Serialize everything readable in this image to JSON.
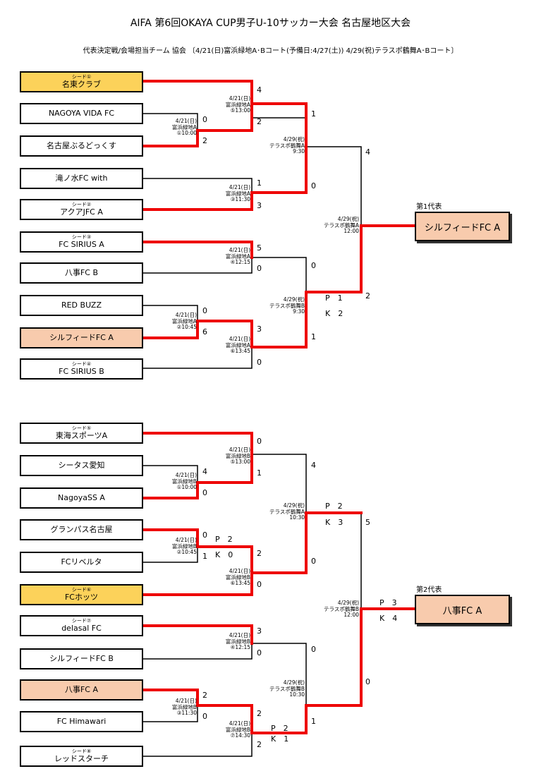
{
  "header": {
    "title": "AIFA 第6回OKAYA CUP男子U-10サッカー大会 名古屋地区大会",
    "subtitle": "代表決定戦/会場担当チーム 協会 〔4/21(日)富浜緑地A･Bコート(予備日:4/27(土)) 4/29(祝)テラスポ鶴舞A･Bコート〕"
  },
  "teams": [
    {
      "seed": "シード①",
      "name": "名東クラブ",
      "color": "gold"
    },
    {
      "seed": "",
      "name": "NAGOYA VIDA FC",
      "color": ""
    },
    {
      "seed": "",
      "name": "名古屋ぶるどっくす",
      "color": ""
    },
    {
      "seed": "",
      "name": "滝ノ水FC with",
      "color": ""
    },
    {
      "seed": "シード②",
      "name": "アクアJFC A",
      "color": ""
    },
    {
      "seed": "シード③",
      "name": "FC SIRIUS A",
      "color": ""
    },
    {
      "seed": "",
      "name": "八事FC B",
      "color": ""
    },
    {
      "seed": "",
      "name": "RED BUZZ",
      "color": ""
    },
    {
      "seed": "",
      "name": "シルフィードFC A",
      "color": "peach"
    },
    {
      "seed": "シード④",
      "name": "FC SIRIUS B",
      "color": ""
    },
    {
      "seed": "シード⑤",
      "name": "東海スポーツA",
      "color": ""
    },
    {
      "seed": "",
      "name": "シータス愛知",
      "color": ""
    },
    {
      "seed": "",
      "name": "NagoyaSS A",
      "color": ""
    },
    {
      "seed": "",
      "name": "グランパス名古屋",
      "color": ""
    },
    {
      "seed": "",
      "name": "FCリベルタ",
      "color": ""
    },
    {
      "seed": "シード⑥",
      "name": "FCホッツ",
      "color": "gold"
    },
    {
      "seed": "シード⑦",
      "name": "delasal FC",
      "color": ""
    },
    {
      "seed": "",
      "name": "シルフィードFC B",
      "color": ""
    },
    {
      "seed": "",
      "name": "八事FC A",
      "color": "peach"
    },
    {
      "seed": "",
      "name": "FC Himawari",
      "color": ""
    },
    {
      "seed": "シード⑧",
      "name": "レッドスターチ",
      "color": ""
    }
  ],
  "matches": [
    [
      "4/21(日)",
      "富浜緑地A",
      "①10:00"
    ],
    [
      "4/21(日)",
      "富浜緑地A",
      "⑤13:00"
    ],
    [
      "4/21(日)",
      "富浜緑地A",
      "③11:30"
    ],
    [
      "4/21(日)",
      "富浜緑地A",
      "④12:15"
    ],
    [
      "4/21(日)",
      "富浜緑地A",
      "②10:45"
    ],
    [
      "4/21(日)",
      "富浜緑地A",
      "⑥13:45"
    ],
    [
      "4/29(祝)",
      "テラスポ鶴舞A",
      "9:30"
    ],
    [
      "4/29(祝)",
      "テラスポ鶴舞B",
      "9:30"
    ],
    [
      "4/29(祝)",
      "テラスポ鶴舞A",
      "12:00"
    ],
    [
      "4/21(日)",
      "富浜緑地B",
      "⑤13:00"
    ],
    [
      "4/21(日)",
      "富浜緑地B",
      "①10:00"
    ],
    [
      "4/21(日)",
      "富浜緑地B",
      "②10:45"
    ],
    [
      "4/21(日)",
      "富浜緑地B",
      "⑥13:45"
    ],
    [
      "4/21(日)",
      "富浜緑地B",
      "④12:15"
    ],
    [
      "4/21(日)",
      "富浜緑地B",
      "③11:30"
    ],
    [
      "4/21(日)",
      "富浜緑地B",
      "⑦14:30"
    ],
    [
      "4/29(祝)",
      "テラスポ鶴舞A",
      "10:30"
    ],
    [
      "4/29(祝)",
      "テラスポ鶴舞B",
      "10:30"
    ],
    [
      "4/29(祝)",
      "テラスポ鶴舞B",
      "12:00"
    ]
  ],
  "scores": [
    "4",
    "2",
    "0",
    "2",
    "1",
    "1",
    "3",
    "0",
    "5",
    "0",
    "0",
    "6",
    "3",
    "0",
    "0",
    "1",
    "2",
    "4",
    "0",
    "1",
    "4",
    "0",
    "4",
    "0",
    "1",
    "2",
    "0",
    "0",
    "5",
    "3",
    "0",
    "0",
    "2",
    "2",
    "0",
    "2",
    "1",
    "0"
  ],
  "pk": [
    "P　1",
    "K　2",
    "P　2",
    "K　3",
    "P　2",
    "K　0",
    "P　3",
    "K　4",
    "P　2",
    "K　1"
  ],
  "representatives": [
    {
      "label": "第1代表",
      "name": "シルフィードFC A"
    },
    {
      "label": "第2代表",
      "name": "八事FC A"
    }
  ]
}
